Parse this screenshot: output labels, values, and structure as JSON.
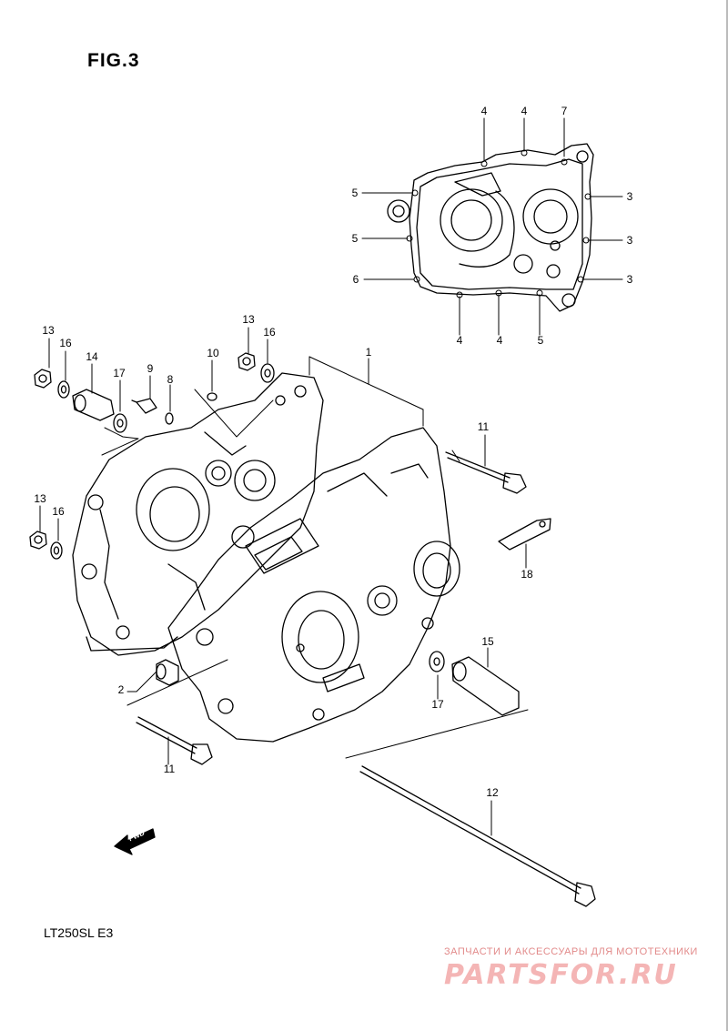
{
  "figure": {
    "title": "FIG.3"
  },
  "model_code": "LT250SL E3",
  "fwd_marker": "FWD",
  "watermark": {
    "tagline": "ЗАПЧАСТИ И АКСЕССУАРЫ ДЛЯ МОТОТЕХНИКИ",
    "logo": "PARTSFOR.RU",
    "color": "#f4b5b5"
  },
  "callouts": {
    "c1": "1",
    "c2": "2",
    "c3a": "3",
    "c3b": "3",
    "c3c": "3",
    "c4a": "4",
    "c4b": "4",
    "c4c": "4",
    "c4d": "4",
    "c5a": "5",
    "c5b": "5",
    "c5c": "5",
    "c6": "6",
    "c7": "7",
    "c8": "8",
    "c9": "9",
    "c10": "10",
    "c11a": "11",
    "c11b": "11",
    "c12": "12",
    "c13a": "13",
    "c13b": "13",
    "c13c": "13",
    "c14": "14",
    "c15": "15",
    "c16a": "16",
    "c16b": "16",
    "c16c": "16",
    "c17a": "17",
    "c17b": "17",
    "c18": "18"
  }
}
